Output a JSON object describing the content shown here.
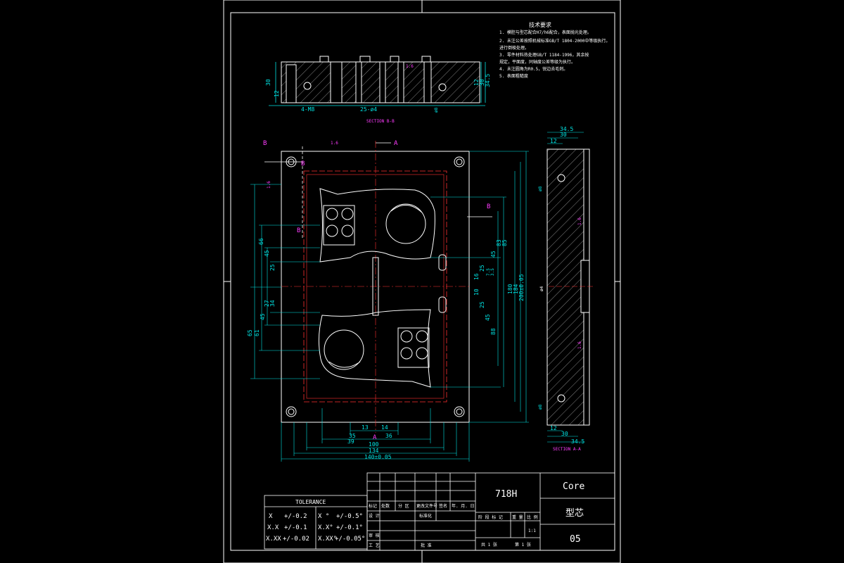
{
  "technical_requirements": {
    "title": "技术要求",
    "lines": [
      "1. 模腔与型芯配合H7/h6配合，表面抛光处理。",
      "2. 未注公差按照机械标准GB/T 1804-2000中等级执行。",
      "   进行倒棱处理。",
      "3. 零件材料热处理GB/T 1184-1996，其余按",
      "   规定，平面度，同轴度公差等级为执行。",
      "4. 未注圆角为R0.5，锐边去毛刺。",
      "5. 表面粗糙度"
    ]
  },
  "section_bb": {
    "label": "SECTION B-B",
    "dims": {
      "d30": "30",
      "d12": "12",
      "m8": "4-M8",
      "phi4": "25-ø4",
      "r_right_30": "30",
      "r_right_34": "34.5",
      "r_right_12": "12",
      "phi_small": "ø8",
      "rough": "1.6"
    }
  },
  "section_aa": {
    "label": "SECTION A-A",
    "dims": {
      "top_34": "34.5",
      "top_30": "30",
      "top_12": "12",
      "bot_12": "12",
      "bot_30": "30",
      "bot_34": "34.5",
      "phi8a": "ø8",
      "phi8b": "ø8",
      "phi4": "ø4",
      "r1": "1.6",
      "r2": "1.6"
    }
  },
  "plan_view": {
    "markers": {
      "B1": "B",
      "B2": "B",
      "B3": "B",
      "B4": "B",
      "A1": "A",
      "A2": "A"
    },
    "roughness": {
      "r1": "1.6",
      "r2": "1.6"
    },
    "left_dims": [
      "66",
      "45",
      "25",
      "27",
      "34",
      "45",
      "65",
      "61"
    ],
    "right_dims": [
      "83",
      "85",
      "45",
      "25",
      "16",
      "10",
      "25",
      "45",
      "88",
      "180",
      "184",
      "200±0.05"
    ],
    "right_small": [
      "7.5",
      "3.5"
    ],
    "bottom_dims": [
      "13",
      "14",
      "35",
      "36",
      "39",
      "100",
      "134",
      "140±0.05"
    ]
  },
  "tolerance": {
    "title": "TOLERANCE",
    "rows": [
      {
        "a": "X",
        "b": "+/-0.2",
        "c": "X °",
        "d": "+/-0.5°"
      },
      {
        "a": "X.X",
        "b": "+/-0.1",
        "c": "X.X°",
        "d": "+/-0.1°"
      },
      {
        "a": "X.XX",
        "b": "+/-0.02",
        "c": "X.XX°",
        "d": "+/-0.05°"
      }
    ]
  },
  "title_block": {
    "material": "718H",
    "name_en": "Core",
    "name_cn": "型芯",
    "number": "05",
    "header": [
      "标记",
      "处数",
      "分 区",
      "更改文件号",
      "签名",
      "年. 月. 日"
    ],
    "rows": [
      "设 计",
      "标准化",
      "审 核",
      "工 艺",
      "批 准"
    ],
    "stage": "阶 段 标 记",
    "weight": "重 量",
    "scale_label": "比 例",
    "scale": "1:1",
    "sheet_total": "共 1 张",
    "sheet_no": "第 1 张"
  }
}
